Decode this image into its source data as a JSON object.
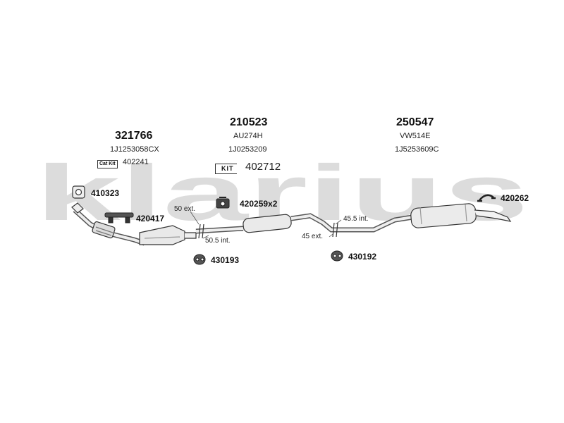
{
  "watermark": {
    "text": "klarius",
    "color": "#dcdcdc"
  },
  "groups": {
    "front": {
      "part_number": "321766",
      "oe_number": "1J1253058CX",
      "kit_badge": "Cat Kit",
      "kit_number": "402241"
    },
    "middle": {
      "part_number": "210523",
      "ref": "AU274H",
      "oe_number": "1J0253209",
      "kit_badge": "KIT",
      "kit_number": "402712"
    },
    "rear": {
      "part_number": "250547",
      "ref": "VW514E",
      "oe_number": "1J5253609C"
    }
  },
  "accessories": {
    "gasket": "410323",
    "front_clamp": "420417",
    "middle_bracket": "420259x2",
    "rear_hanger": "420262",
    "front_ring": "430193",
    "rear_ring": "430192"
  },
  "measurements": {
    "m1": "50 ext.",
    "m2": "50.5 int.",
    "m3": "45.5 int.",
    "m4": "45 ext."
  }
}
